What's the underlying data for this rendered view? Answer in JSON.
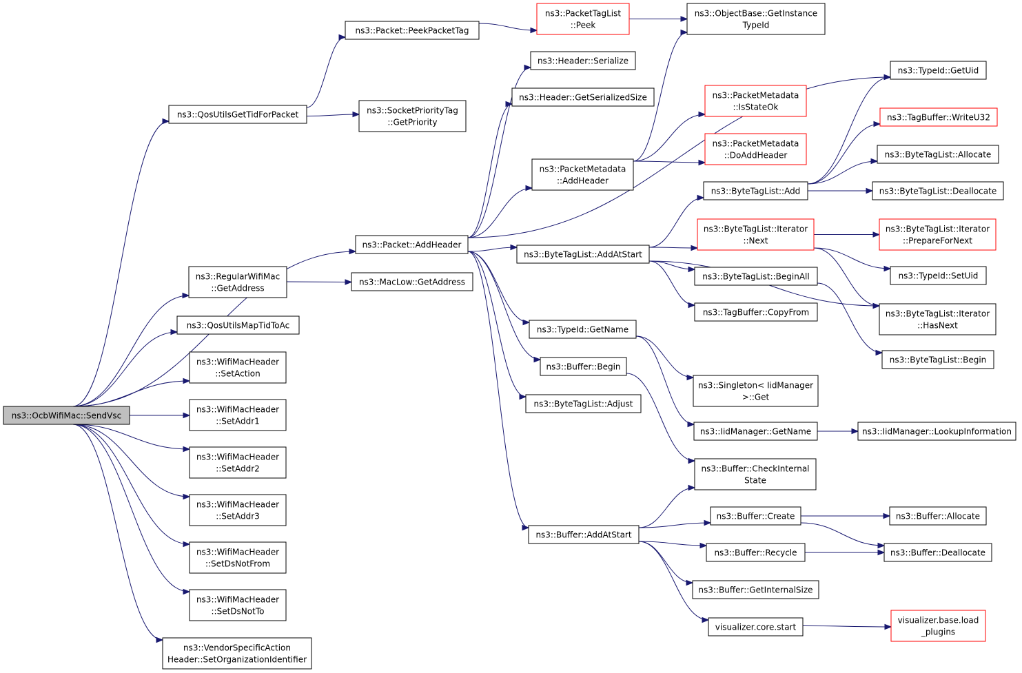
{
  "diagram": {
    "type": "call-graph",
    "colors": {
      "edge": "#191970",
      "border": "#000000",
      "border_truncated": "#ff0000",
      "root_fill": "#bfbfbf",
      "fill": "#ffffff"
    },
    "nodes": [
      {
        "id": "sendvsc",
        "lines": [
          "ns3::OcbWifiMac::SendVsc"
        ],
        "style": "root"
      },
      {
        "id": "peekpackettag",
        "lines": [
          "ns3::Packet::PeekPacketTag"
        ]
      },
      {
        "id": "packettaglistpeek",
        "lines": [
          "ns3::PacketTagList",
          "::Peek"
        ],
        "style": "red"
      },
      {
        "id": "getinstancetypeid",
        "lines": [
          "ns3::ObjectBase::GetInstance",
          "TypeId"
        ]
      },
      {
        "id": "headerserialize",
        "lines": [
          "ns3::Header::Serialize"
        ]
      },
      {
        "id": "typeidgetuid",
        "lines": [
          "ns3::TypeId::GetUid"
        ]
      },
      {
        "id": "headergetserializedsize",
        "lines": [
          "ns3::Header::GetSerializedSize"
        ]
      },
      {
        "id": "isstateok",
        "lines": [
          "ns3::PacketMetadata",
          "::IsStateOk"
        ],
        "style": "red"
      },
      {
        "id": "qosgettid",
        "lines": [
          "ns3::QosUtilsGetTidForPacket"
        ]
      },
      {
        "id": "socketprioritytag",
        "lines": [
          "ns3::SocketPriorityTag",
          "::GetPriority"
        ]
      },
      {
        "id": "tagbufferwriteu32",
        "lines": [
          "ns3::TagBuffer::WriteU32"
        ],
        "style": "red"
      },
      {
        "id": "doaddheader",
        "lines": [
          "ns3::PacketMetadata",
          "::DoAddHeader"
        ],
        "style": "red"
      },
      {
        "id": "btlallocate",
        "lines": [
          "ns3::ByteTagList::Allocate"
        ]
      },
      {
        "id": "pmaddheader",
        "lines": [
          "ns3::PacketMetadata",
          "::AddHeader"
        ]
      },
      {
        "id": "btladd",
        "lines": [
          "ns3::ByteTagList::Add"
        ]
      },
      {
        "id": "btldeallocate",
        "lines": [
          "ns3::ByteTagList::Deallocate"
        ]
      },
      {
        "id": "btliternext",
        "lines": [
          "ns3::ByteTagList::Iterator",
          "::Next"
        ],
        "style": "red"
      },
      {
        "id": "btlprepare",
        "lines": [
          "ns3::ByteTagList::Iterator",
          "::PrepareForNext"
        ],
        "style": "red"
      },
      {
        "id": "packetaddheader",
        "lines": [
          "ns3::Packet::AddHeader"
        ]
      },
      {
        "id": "btladdatstart",
        "lines": [
          "ns3::ByteTagList::AddAtStart"
        ]
      },
      {
        "id": "regularwifimacgetaddress",
        "lines": [
          "ns3::RegularWifiMac",
          "::GetAddress"
        ]
      },
      {
        "id": "maclowgetaddress",
        "lines": [
          "ns3::MacLow::GetAddress"
        ]
      },
      {
        "id": "btlbeginall",
        "lines": [
          "ns3::ByteTagList::BeginAll"
        ]
      },
      {
        "id": "typeidsetuid",
        "lines": [
          "ns3::TypeId::SetUid"
        ]
      },
      {
        "id": "tagbuffercopyfrom",
        "lines": [
          "ns3::TagBuffer::CopyFrom"
        ]
      },
      {
        "id": "btlhasnext",
        "lines": [
          "ns3::ByteTagList::Iterator",
          "::HasNext"
        ]
      },
      {
        "id": "qosmaptidtoac",
        "lines": [
          "ns3::QosUtilsMapTidToAc"
        ]
      },
      {
        "id": "typeidgetname",
        "lines": [
          "ns3::TypeId::GetName"
        ]
      },
      {
        "id": "setaction",
        "lines": [
          "ns3::WifiMacHeader",
          "::SetAction"
        ]
      },
      {
        "id": "btlbegin",
        "lines": [
          "ns3::ByteTagList::Begin"
        ]
      },
      {
        "id": "bufferbegin",
        "lines": [
          "ns3::Buffer::Begin"
        ]
      },
      {
        "id": "singletonget",
        "lines": [
          "ns3::Singleton< IidManager",
          ">::Get"
        ]
      },
      {
        "id": "btladjust",
        "lines": [
          "ns3::ByteTagList::Adjust"
        ]
      },
      {
        "id": "setaddr1",
        "lines": [
          "ns3::WifiMacHeader",
          "::SetAddr1"
        ]
      },
      {
        "id": "iidgetname",
        "lines": [
          "ns3::IidManager::GetName"
        ]
      },
      {
        "id": "iidlookup",
        "lines": [
          "ns3::IidManager::LookupInformation"
        ]
      },
      {
        "id": "setaddr2",
        "lines": [
          "ns3::WifiMacHeader",
          "::SetAddr2"
        ]
      },
      {
        "id": "checkinternal",
        "lines": [
          "ns3::Buffer::CheckInternal",
          "State"
        ]
      },
      {
        "id": "setaddr3",
        "lines": [
          "ns3::WifiMacHeader",
          "::SetAddr3"
        ]
      },
      {
        "id": "buffercreate",
        "lines": [
          "ns3::Buffer::Create"
        ]
      },
      {
        "id": "bufferallocate",
        "lines": [
          "ns3::Buffer::Allocate"
        ]
      },
      {
        "id": "bufferaddatstart",
        "lines": [
          "ns3::Buffer::AddAtStart"
        ]
      },
      {
        "id": "setdsnotfrom",
        "lines": [
          "ns3::WifiMacHeader",
          "::SetDsNotFrom"
        ]
      },
      {
        "id": "bufferrecycle",
        "lines": [
          "ns3::Buffer::Recycle"
        ]
      },
      {
        "id": "bufferdeallocate",
        "lines": [
          "ns3::Buffer::Deallocate"
        ]
      },
      {
        "id": "buffergetinternalsize",
        "lines": [
          "ns3::Buffer::GetInternalSize"
        ]
      },
      {
        "id": "setdsnotto",
        "lines": [
          "ns3::WifiMacHeader",
          "::SetDsNotTo"
        ]
      },
      {
        "id": "vizcorestart",
        "lines": [
          "visualizer.core.start"
        ]
      },
      {
        "id": "vizloadplugins",
        "lines": [
          "visualizer.base.load",
          "_plugins"
        ],
        "style": "red"
      },
      {
        "id": "vendorsetorgid",
        "lines": [
          "ns3::VendorSpecificAction",
          "Header::SetOrganizationIdentifier"
        ]
      }
    ],
    "edges": [
      {
        "from": "sendvsc",
        "to": "qosgettid"
      },
      {
        "from": "sendvsc",
        "to": "packetaddheader"
      },
      {
        "from": "sendvsc",
        "to": "regularwifimacgetaddress"
      },
      {
        "from": "sendvsc",
        "to": "qosmaptidtoac"
      },
      {
        "from": "sendvsc",
        "to": "setaction"
      },
      {
        "from": "sendvsc",
        "to": "setaddr1"
      },
      {
        "from": "sendvsc",
        "to": "setaddr2"
      },
      {
        "from": "sendvsc",
        "to": "setaddr3"
      },
      {
        "from": "sendvsc",
        "to": "setdsnotfrom"
      },
      {
        "from": "sendvsc",
        "to": "setdsnotto"
      },
      {
        "from": "sendvsc",
        "to": "vendorsetorgid"
      },
      {
        "from": "qosgettid",
        "to": "peekpackettag"
      },
      {
        "from": "qosgettid",
        "to": "socketprioritytag"
      },
      {
        "from": "peekpackettag",
        "to": "packettaglistpeek"
      },
      {
        "from": "packettaglistpeek",
        "to": "getinstancetypeid"
      },
      {
        "from": "packetaddheader",
        "to": "headerserialize"
      },
      {
        "from": "packetaddheader",
        "to": "headergetserializedsize"
      },
      {
        "from": "packetaddheader",
        "to": "typeidgetuid"
      },
      {
        "from": "packetaddheader",
        "to": "pmaddheader"
      },
      {
        "from": "packetaddheader",
        "to": "btladdatstart"
      },
      {
        "from": "packetaddheader",
        "to": "typeidgetname"
      },
      {
        "from": "packetaddheader",
        "to": "bufferbegin"
      },
      {
        "from": "packetaddheader",
        "to": "btladjust"
      },
      {
        "from": "packetaddheader",
        "to": "bufferaddatstart"
      },
      {
        "from": "pmaddheader",
        "to": "getinstancetypeid"
      },
      {
        "from": "pmaddheader",
        "to": "isstateok"
      },
      {
        "from": "pmaddheader",
        "to": "doaddheader"
      },
      {
        "from": "btladdatstart",
        "to": "btladd"
      },
      {
        "from": "btladdatstart",
        "to": "btliternext"
      },
      {
        "from": "btladdatstart",
        "to": "btlbeginall"
      },
      {
        "from": "btladdatstart",
        "to": "tagbuffercopyfrom"
      },
      {
        "from": "btladdatstart",
        "to": "btlhasnext"
      },
      {
        "from": "btladd",
        "to": "typeidgetuid"
      },
      {
        "from": "btladd",
        "to": "tagbufferwriteu32"
      },
      {
        "from": "btladd",
        "to": "btlallocate"
      },
      {
        "from": "btladd",
        "to": "btldeallocate"
      },
      {
        "from": "btliternext",
        "to": "btlprepare"
      },
      {
        "from": "btliternext",
        "to": "typeidsetuid"
      },
      {
        "from": "btliternext",
        "to": "btlhasnext"
      },
      {
        "from": "btlbeginall",
        "to": "btlbegin"
      },
      {
        "from": "regularwifimacgetaddress",
        "to": "maclowgetaddress"
      },
      {
        "from": "typeidgetname",
        "to": "singletonget"
      },
      {
        "from": "typeidgetname",
        "to": "iidgetname"
      },
      {
        "from": "iidgetname",
        "to": "iidlookup"
      },
      {
        "from": "bufferbegin",
        "to": "checkinternal"
      },
      {
        "from": "bufferaddatstart",
        "to": "checkinternal"
      },
      {
        "from": "bufferaddatstart",
        "to": "buffercreate"
      },
      {
        "from": "bufferaddatstart",
        "to": "bufferrecycle"
      },
      {
        "from": "bufferaddatstart",
        "to": "buffergetinternalsize"
      },
      {
        "from": "bufferaddatstart",
        "to": "vizcorestart"
      },
      {
        "from": "buffercreate",
        "to": "bufferallocate"
      },
      {
        "from": "buffercreate",
        "to": "bufferdeallocate"
      },
      {
        "from": "bufferrecycle",
        "to": "bufferdeallocate"
      },
      {
        "from": "vizcorestart",
        "to": "vizloadplugins"
      }
    ]
  }
}
